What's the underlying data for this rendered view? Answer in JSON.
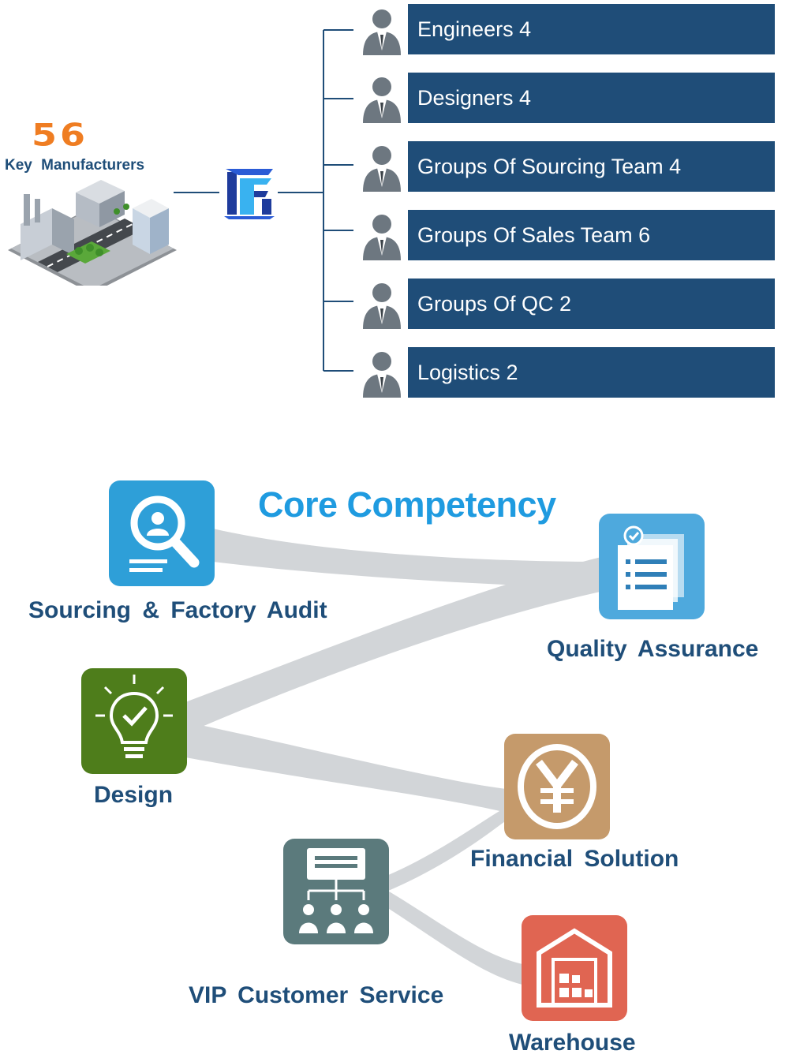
{
  "org": {
    "manufacturers_count": "56",
    "manufacturers_label": "Key Manufacturers",
    "teams": [
      {
        "label": "Engineers 4"
      },
      {
        "label": "Designers 4"
      },
      {
        "label": "Groups Of Sourcing Team 4"
      },
      {
        "label": "Groups Of Sales Team 6"
      },
      {
        "label": "Groups Of QC 2"
      },
      {
        "label": "Logistics 2"
      }
    ],
    "icons": {
      "person": "person-icon",
      "factory": "factory-building-icon",
      "logo": "company-logo-icon"
    }
  },
  "core": {
    "title": "Core Competency",
    "items": {
      "sourcing": {
        "label": "Sourcing & Factory Audit",
        "icon": "magnifier-person-icon",
        "color": "#2e9fd8"
      },
      "quality": {
        "label": "Quality   Assurance",
        "icon": "checklist-documents-icon",
        "color": "#4ea9dd"
      },
      "design": {
        "label": "Design",
        "icon": "lightbulb-check-icon",
        "color": "#4e7d1b"
      },
      "financial": {
        "label": "Financial  Solution",
        "icon": "yen-coin-icon",
        "color": "#c59a6b"
      },
      "vip": {
        "label": "VIP   Customer   Service",
        "icon": "org-chart-people-icon",
        "color": "#5b7a7c"
      },
      "warehouse": {
        "label": "Warehouse",
        "icon": "warehouse-icon",
        "color": "#e06552"
      }
    }
  },
  "colors": {
    "bar": "#1f4d78",
    "accent_orange": "#ef7d22",
    "title_blue": "#1f9be0",
    "label_navy": "#1f4e79"
  }
}
